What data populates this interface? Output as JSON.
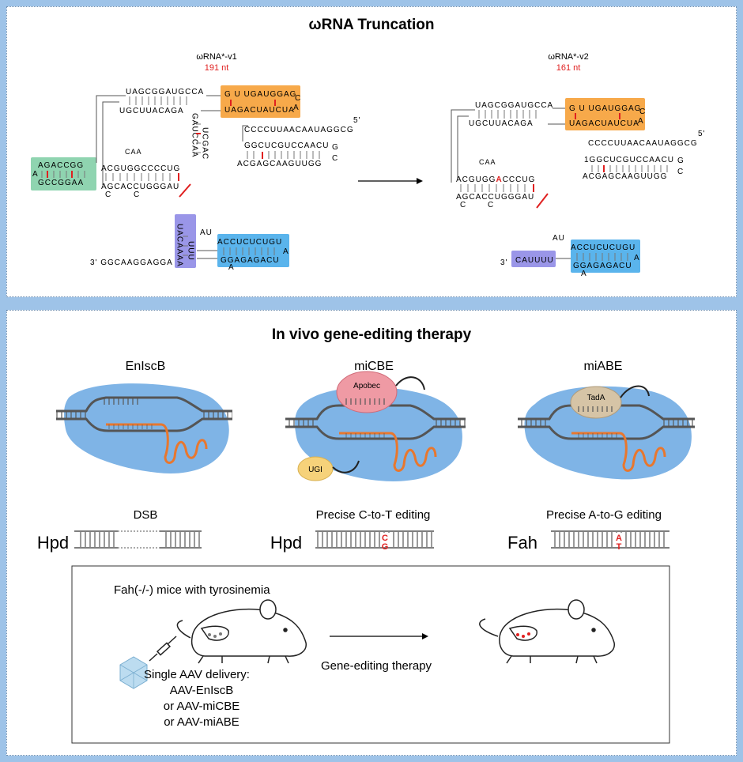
{
  "top": {
    "title": "ωRNA Truncation",
    "v1": {
      "name": "ωRNA*-v1",
      "length": "191 nt",
      "green_top": "AGACCGG",
      "green_bottom": "GCCGGAA",
      "green_a1": "A",
      "green_a2": "A",
      "upper_top": "UAGCGGAUGCCA",
      "upper_bottom": "UGCUUACAGA",
      "orange_top": "G U  UGAUGGAG",
      "orange_bottom": "UAGACUAUCUA",
      "orange_ca": "C",
      "orange_a": "A",
      "mid_top": "ACGUGGCCCCUG",
      "mid_bottom": "AGCACCUGGGAU",
      "caa": "CAA",
      "c1": "C",
      "c2": "C",
      "right_top": "CCCCUUAACAAUAGGCG",
      "right_mid_top": "GGCUCGUCCAACU",
      "right_mid_bottom": "ACGAGCAAGUUGG",
      "right_g": "G",
      "right_c": "C",
      "five_prime": "5'",
      "stem_left": "GAUCCAA",
      "stem_right": "UCGAC",
      "purple_left": "UACAAAA",
      "purple_right": "UUU",
      "blue_top": "ACCUCUCUGU",
      "blue_bottom": "GGAGAGACU",
      "blue_a_right": "A",
      "blue_a_bottom": "A",
      "au": "AU",
      "three_prime_tail": "3' GGCAAGGAGGA"
    },
    "v2": {
      "name": "ωRNA*-v2",
      "length": "161 nt",
      "upper_top": "UAGCGGAUGCCA",
      "upper_bottom": "UGCUUACAGA",
      "orange_top": "G U  UGAUGGAG",
      "orange_bottom": "UAGACUAUCUA",
      "orange_ca": "C",
      "orange_a": "A",
      "mid_top_1": "ACGUGG",
      "mid_top_red": "A",
      "mid_top_2": "CCCUG",
      "mid_bottom": "AGCACCUGGGAU",
      "caa": "CAA",
      "c1": "C",
      "c2": "C",
      "right_top": "CCCCUUAACAAUAGGCG",
      "right_mid_top": "1GGCUCGUCCAACU",
      "right_mid_bottom": "ACGAGCAAGUUGG",
      "right_g": "G",
      "right_c": "C",
      "five_prime": "5'",
      "purple_label": "CAUUUU",
      "three_prime": "3'",
      "blue_top": "ACCUCUCUGU",
      "blue_bottom": "GGAGAGACU",
      "blue_a_right": "A",
      "blue_a_bottom": "A",
      "au": "AU"
    }
  },
  "bottom": {
    "title": "In vivo gene-editing therapy",
    "editors": [
      {
        "name": "EnIscB",
        "caption": "DSB",
        "gene": "Hpd",
        "label": ""
      },
      {
        "name": "miCBE",
        "caption": "Precise C-to-T editing",
        "gene": "Hpd",
        "label": "Apobec",
        "label2": "UGI",
        "edit_top": "C",
        "edit_bottom": "G"
      },
      {
        "name": "miABE",
        "caption": "Precise A-to-G editing",
        "gene": "Fah",
        "label": "TadA",
        "edit_top": "A",
        "edit_bottom": "T"
      }
    ],
    "mice": {
      "model": "Fah(-/-) mice with tyrosinemia",
      "therapy": "Gene-editing therapy",
      "delivery_1": "Single AAV delivery:",
      "delivery_2": "AAV-EnIscB",
      "delivery_3": "or AAV-miCBE",
      "delivery_4": "or AAV-miABE"
    }
  },
  "colors": {
    "frame": "#9ec3e8",
    "green_box": "#8fd4b0",
    "orange_box": "#f7a94a",
    "purple_box": "#9a96e8",
    "blue_box": "#5ab4ec",
    "red": "#e02020",
    "protein_blue": "#7fb4e6",
    "guide_orange": "#e8772e",
    "apobec": "#ef9aa4",
    "tada": "#d6c4a6",
    "ugi": "#f6d27a"
  }
}
